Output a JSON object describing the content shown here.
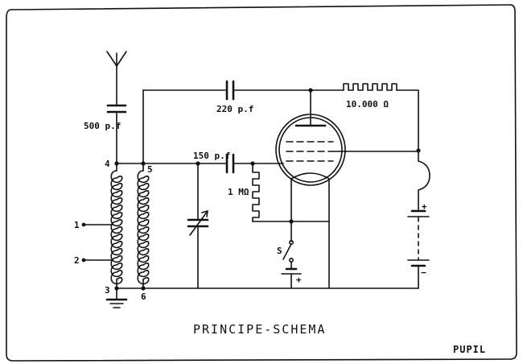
{
  "diagram": {
    "title": "PRINCIPE-SCHEMA",
    "signature": "PUPIL",
    "labels": {
      "cap_antenna": "500 p.f",
      "cap_feedback": "220 p.f",
      "resistor_plate": "10.000 Ω",
      "cap_grid": "150 p.f",
      "resistor_grid": "1 MΩ",
      "switch": "S",
      "terminal_1": "1",
      "terminal_2": "2",
      "terminal_3": "3",
      "terminal_4": "4",
      "terminal_5": "5",
      "terminal_6": "6",
      "plus_battery_top": "+",
      "minus_battery_bottom": "−",
      "plus_battery_small": "+"
    }
  }
}
